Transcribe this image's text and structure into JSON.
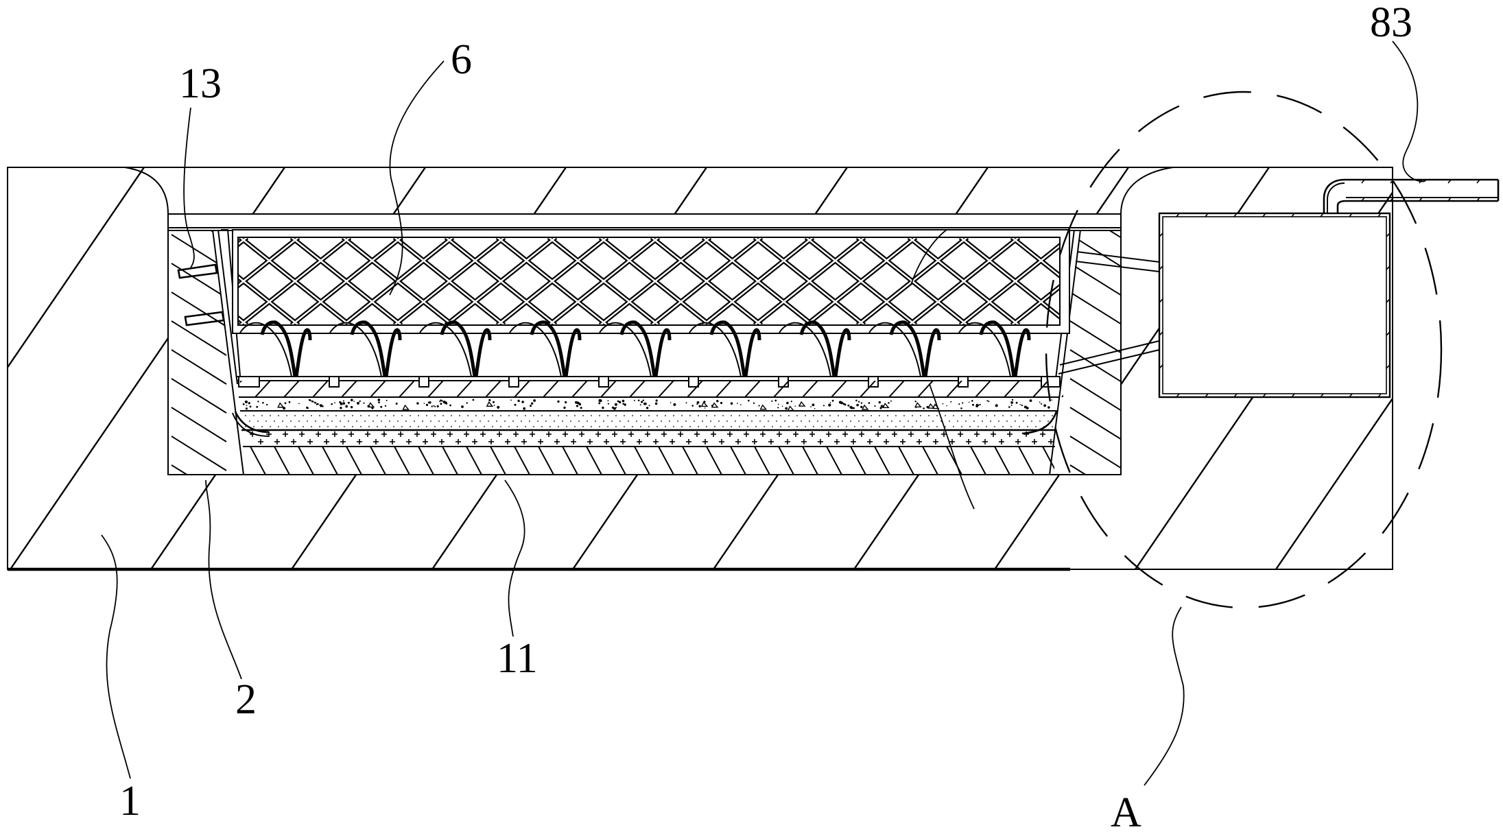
{
  "figure": {
    "type": "patent cross-section drawing",
    "background": "#ffffff",
    "line_color": "#000000"
  },
  "labels": [
    {
      "id": "1",
      "text": "1",
      "refers_to": "outer base body (hatched)"
    },
    {
      "id": "2",
      "text": "2",
      "refers_to": "side fill / backfill wall"
    },
    {
      "id": "6",
      "text": "6",
      "refers_to": "lattice mesh grid"
    },
    {
      "id": "11",
      "text": "11",
      "refers_to": "bottom layer of pit"
    },
    {
      "id": "13",
      "text": "13",
      "refers_to": "anchor bolts in side wall"
    },
    {
      "id": "83",
      "text": "83",
      "refers_to": "outlet pipe"
    },
    {
      "id": "A",
      "text": "A",
      "refers_to": "detail region (dashed circle)"
    }
  ],
  "layers_top_to_bottom": [
    "lattice grid (6)",
    "grass planting zone",
    "perforated support plate",
    "hatched slab",
    "gravel layer",
    "fine sand layer",
    "plus-pattern layer",
    "hatched bottom layer (11)"
  ],
  "components": {
    "side_tank": "rectangular tank with two inlet pipes",
    "outlet_pipe": "bent pipe exiting to the right (83)",
    "detail_marker": "dashed circle A"
  }
}
